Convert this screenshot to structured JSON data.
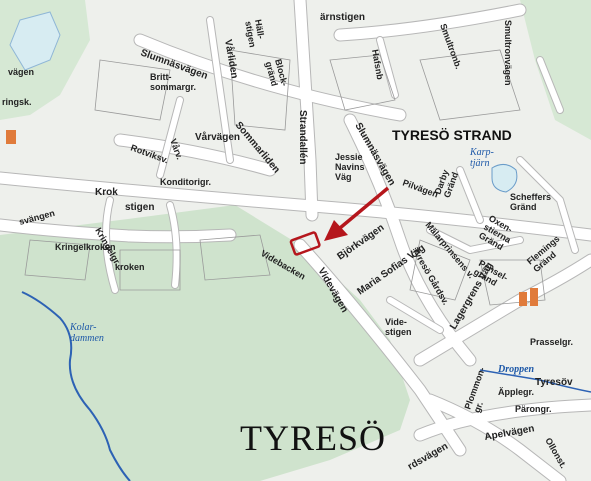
{
  "map": {
    "district_label": "TYRESÖ STRAND",
    "area_label": "TYRESÖ",
    "water": {
      "karpkarn": "Karp-\ntjärn",
      "kolar": "Kolar-\ndammen",
      "droppen": "Droppen"
    },
    "streets": {
      "slumnasvagen_top": "Slumnäsvägen",
      "slumnasvagen_mid": "Slumnäsvägen",
      "varliden": "Vårliden",
      "hallstigen": "Häll-\nstigen",
      "blockgrand": "Block-\ngränd",
      "arnstigen": "ärnstigen",
      "hafsnb": "Hafsnb",
      "sunttrong": "Smultronb.",
      "smultronvagen": "Smultronvägen",
      "stigen_left": "vägen",
      "brittsommargr": "Britt-\nsommargr.",
      "varvagen": "Vårvägen",
      "varv": "Vårv.",
      "sommarliden": "Sommarliden",
      "rotviksv": "Rotviksv.",
      "konditorigr": "Konditorigr.",
      "krok": "Krok",
      "krokstigen": "stigen",
      "kringelkroken": "Kringelkroken",
      "kringelgr": "Kringelgr.",
      "kroken": "kroken",
      "strandallen": "Strandallén",
      "jessie": "Jessie\nNavins\nVäg",
      "pilvagen": "Pilvägen",
      "bjorkvagen": "Björkvägen",
      "malarprinsens": "Mälarprinsens v.",
      "tyreso_gards": "Tyresö Gårdsv.",
      "maria_sofias": "Maria Sofias Väg",
      "videvagen": "Videvägen",
      "videbacken": "Videbacken",
      "videstigen": "Vide-\nstigen",
      "lagergrens": "Lagergrens Väg",
      "penselgrand": "Pensel-\ngränd",
      "darbygrand": "Darby\nGränd",
      "scheffers": "Scheffers\nGränd",
      "orenstierna": "Oxen-\nstierna\nGränd",
      "flemings": "Flemings\nGränd",
      "prasselgr": "Prasselgr.",
      "tyresovagen": "Tyresöv",
      "applegr": "Äpplegr.",
      "parongr": "Pärongr.",
      "plommongr": "Plommon-\ngr.",
      "apelvagen": "Apelvägen",
      "ollonst": "Ollonst.",
      "gardsvagen": "rdsvägen",
      "solangen": "svängen",
      "ringsk": "ringsk."
    },
    "colors": {
      "land": "#eef0ec",
      "forest": "#cfe3cd",
      "road": "#ffffff",
      "road_edge": "#b7b7b7",
      "water": "#d7ecf2",
      "stream": "#2d62b4",
      "marker": "#b5161c",
      "building": "#e07b3b"
    },
    "marker": {
      "name": "location-marker"
    }
  }
}
